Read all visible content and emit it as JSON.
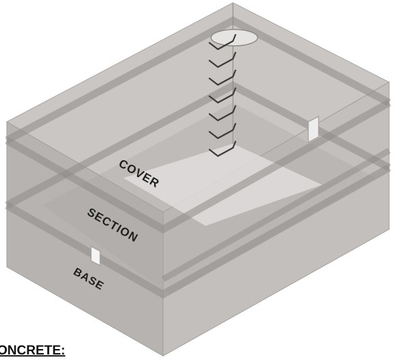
{
  "labels": {
    "cover": "COVER",
    "section": "SECTION",
    "base": "BASE"
  },
  "caption": "ONCRETE:",
  "colors": {
    "concrete_light": "#c9c6c3",
    "concrete_mid": "#b3b0ad",
    "concrete_dark": "#9c9996",
    "joint_band": "#8e8b88",
    "ladder_rung": "#3a3a3a",
    "text": "#1e1e1e"
  },
  "icons": [
    "manhole-icon",
    "ladder-rungs-icon",
    "pipe-opening-icon"
  ]
}
